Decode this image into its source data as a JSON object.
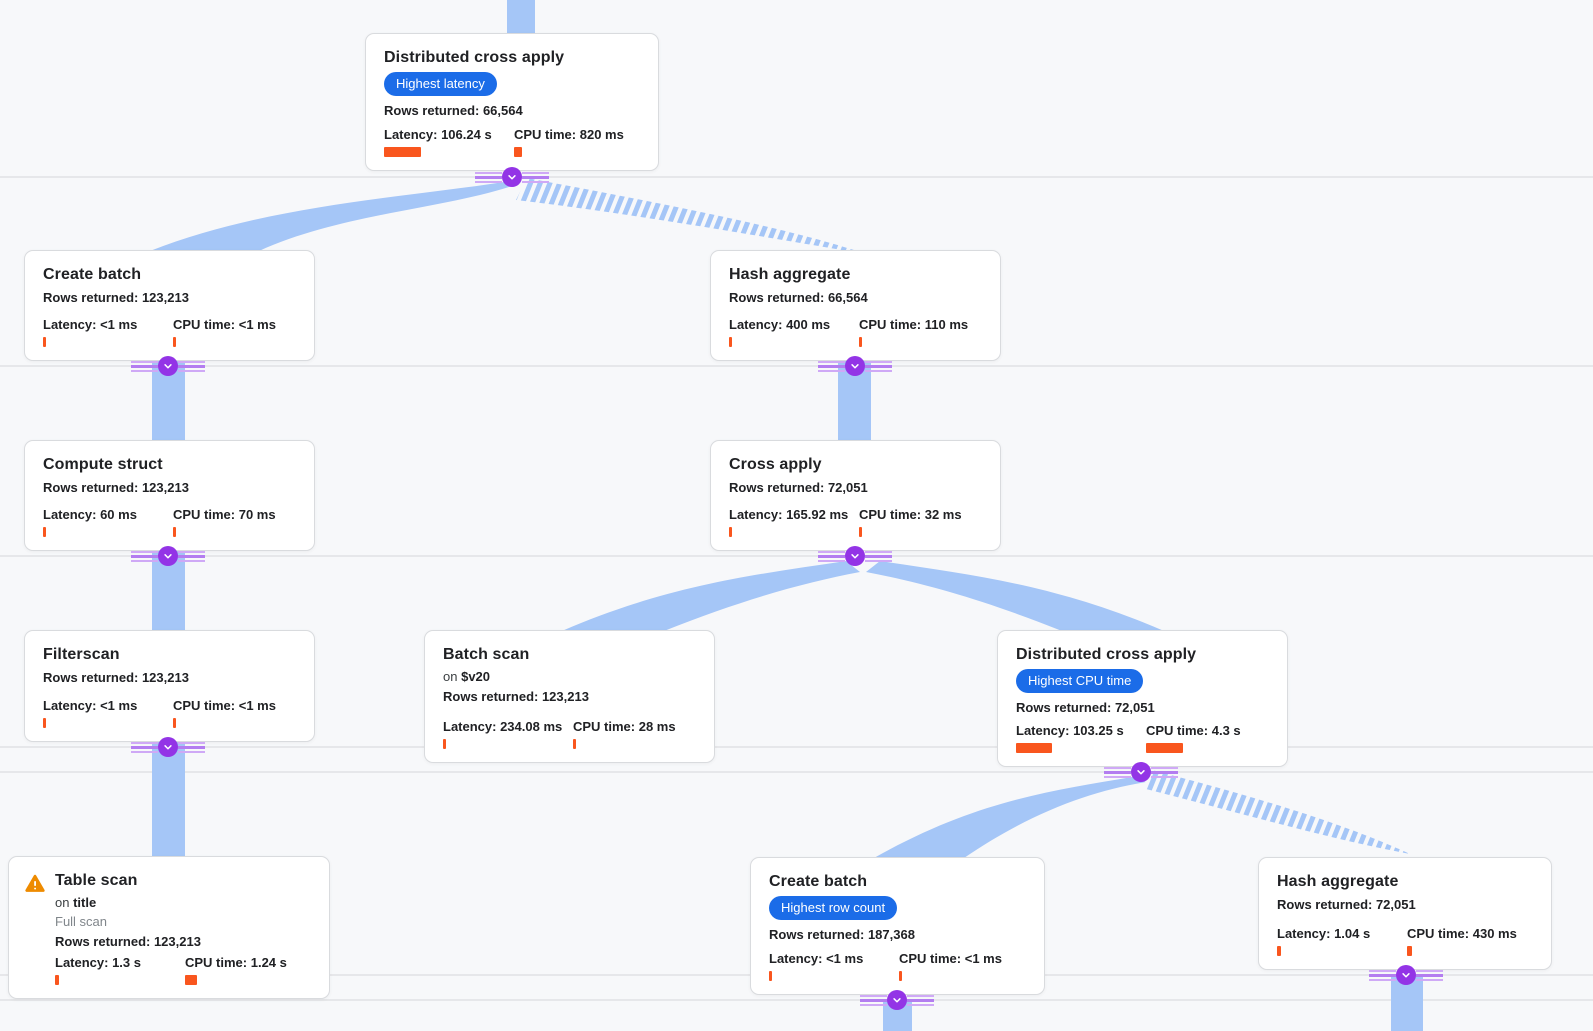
{
  "view": {
    "type": "query-execution-plan-graph",
    "colors": {
      "edge_blue": "#a5c6f7",
      "badge_blue": "#1b6ce8",
      "bar_orange": "#f9561e",
      "connector_purple": "#9334e6",
      "warning_orange": "#ee8b00",
      "background": "#f7f8fa"
    }
  },
  "nodes": [
    {
      "title": "Distributed cross apply",
      "badge": "Highest latency",
      "rows": "Rows returned: 66,564",
      "latency": "Latency: 106.24 s",
      "cpu": "CPU time: 820 ms",
      "latency_bar": 37,
      "cpu_bar": 8
    },
    {
      "title": "Create batch",
      "rows": "Rows returned: 123,213",
      "latency": "Latency: <1 ms",
      "cpu": "CPU time: <1 ms",
      "latency_bar": 3,
      "cpu_bar": 3
    },
    {
      "title": "Hash aggregate",
      "rows": "Rows returned: 66,564",
      "latency": "Latency: 400 ms",
      "cpu": "CPU time: 110 ms",
      "latency_bar": 3,
      "cpu_bar": 3
    },
    {
      "title": "Compute struct",
      "rows": "Rows returned: 123,213",
      "latency": "Latency: 60 ms",
      "cpu": "CPU time: 70 ms",
      "latency_bar": 3,
      "cpu_bar": 3
    },
    {
      "title": "Cross apply",
      "rows": "Rows returned: 72,051",
      "latency": "Latency: 165.92 ms",
      "cpu": "CPU time: 32 ms",
      "latency_bar": 3,
      "cpu_bar": 3
    },
    {
      "title": "Filterscan",
      "rows": "Rows returned: 123,213",
      "latency": "Latency: <1 ms",
      "cpu": "CPU time: <1 ms",
      "latency_bar": 3,
      "cpu_bar": 3
    },
    {
      "title": "Batch scan",
      "on_prefix": "on",
      "on_value": "$v20",
      "rows": "Rows returned: 123,213",
      "latency": "Latency: 234.08 ms",
      "cpu": "CPU time: 28 ms",
      "latency_bar": 3,
      "cpu_bar": 3
    },
    {
      "title": "Distributed cross apply",
      "badge": "Highest CPU time",
      "rows": "Rows returned: 72,051",
      "latency": "Latency: 103.25 s",
      "cpu": "CPU time: 4.3 s",
      "latency_bar": 36,
      "cpu_bar": 37
    },
    {
      "title": "Table scan",
      "warning": "full-scan-warning",
      "on_prefix": "on",
      "on_value": "title",
      "note": "Full scan",
      "rows": "Rows returned: 123,213",
      "latency": "Latency: 1.3 s",
      "cpu": "CPU time: 1.24 s",
      "latency_bar": 4,
      "cpu_bar": 12
    },
    {
      "title": "Create batch",
      "badge": "Highest row count",
      "rows": "Rows returned: 187,368",
      "latency": "Latency: <1 ms",
      "cpu": "CPU time: <1 ms",
      "latency_bar": 3,
      "cpu_bar": 3
    },
    {
      "title": "Hash aggregate",
      "rows": "Rows returned: 72,051",
      "latency": "Latency: 1.04 s",
      "cpu": "CPU time: 430 ms",
      "latency_bar": 4,
      "cpu_bar": 5
    }
  ]
}
